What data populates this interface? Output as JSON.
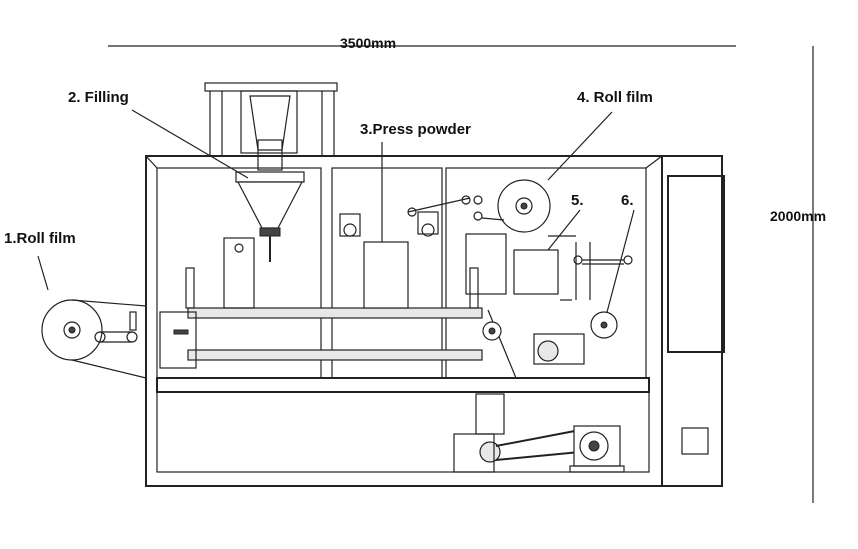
{
  "dimensions": {
    "width_label": "3500mm",
    "height_label": "2000mm"
  },
  "labels": {
    "roll_film_1": "1.Roll film",
    "filling_2": "2. Filling",
    "press_powder_3": "3.Press  powder",
    "roll_film_4": "4. Roll film",
    "station_5": "5.",
    "station_6": "6."
  }
}
